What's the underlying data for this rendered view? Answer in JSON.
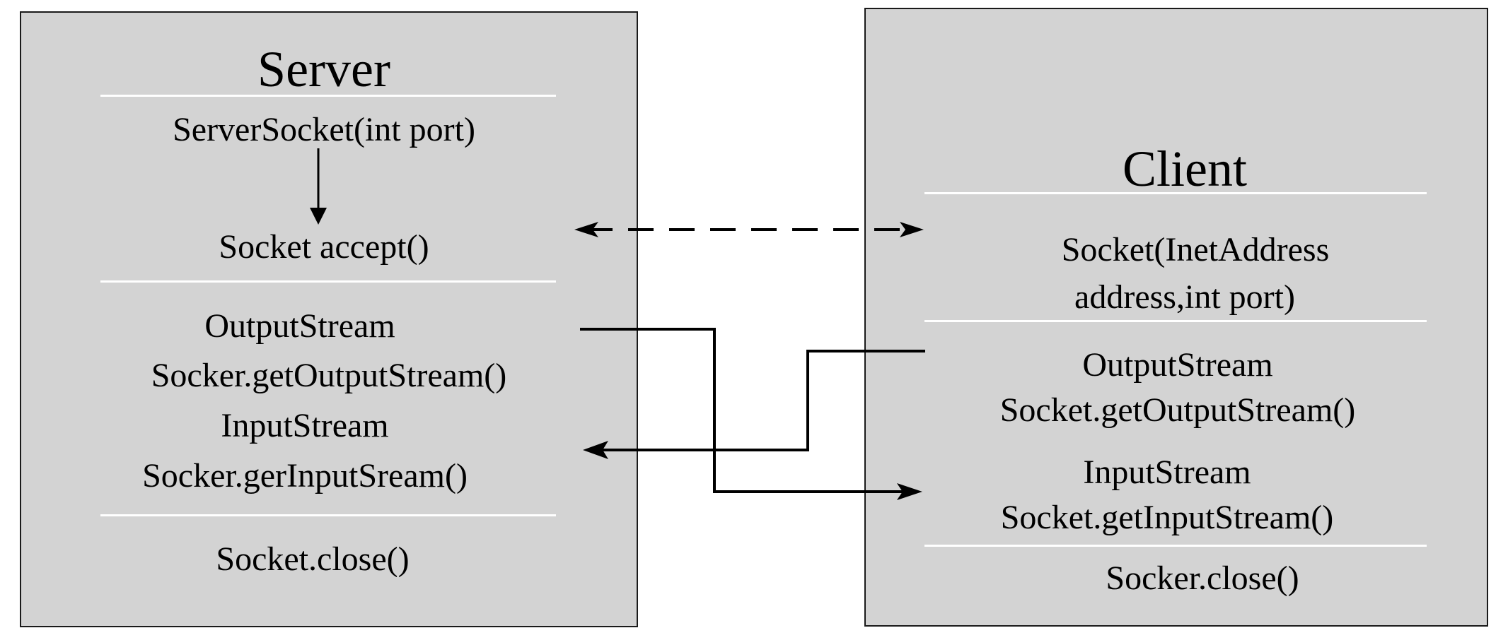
{
  "server": {
    "title": "Server",
    "server_socket": "ServerSocket(int port)",
    "accept": "Socket accept()",
    "output_stream_type": "OutputStream",
    "output_stream_call": "Socker.getOutputStream()",
    "input_stream_type": "InputStream",
    "input_stream_call": "Socker.gerInputSream()",
    "close": "Socket.close()"
  },
  "client": {
    "title": "Client",
    "socket_line1": "Socket(InetAddress",
    "socket_line2": "address,int port)",
    "output_stream_type": "OutputStream",
    "output_stream_call": "Socket.getOutputStream()",
    "input_stream_type": "InputStream",
    "input_stream_call": "Socket.getInputStream()",
    "close": "Socker.close()"
  },
  "colors": {
    "box_fill": "#d3d3d3",
    "box_border": "#1a1a1a",
    "separator": "#ffffff",
    "line": "#000000"
  }
}
